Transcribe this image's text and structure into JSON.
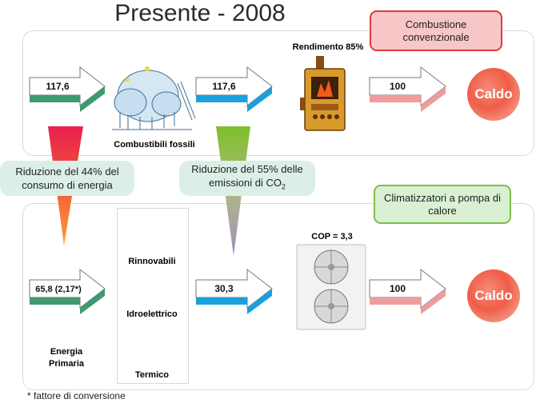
{
  "title": "Presente - 2008",
  "top": {
    "arrow1_value": "117,6",
    "fossil_label": "Combustibili fossili",
    "arrow2_value": "117,6",
    "efficiency_label": "Rendimento 85%",
    "arrow3_value": "100",
    "output_label": "Caldo",
    "box_label": "Combustione convenzionale"
  },
  "middle": {
    "energy_reduction": "Riduzione del 44% del consumo di energia",
    "emission_reduction_prefix": "Riduzione del 55% delle emissioni di CO",
    "emission_reduction_sub": "2"
  },
  "bottom": {
    "box_label": "Climatizzatori a pompa di calore",
    "arrow1_value": "65,8 (2,17*)",
    "primary_label": "Energia Primaria",
    "sources": [
      "Rinnovabili",
      "Idroelettrico",
      "Termico"
    ],
    "arrow2_value": "30,3",
    "cop_label": "COP = 3,3",
    "arrow3_value": "100",
    "output_label": "Caldo"
  },
  "footnote": "* fattore di conversione",
  "colors": {
    "green_arrow": "#3f9a6f",
    "blue_arrow": "#1aa0db",
    "pink_arrow": "#ef9c9c",
    "red_box_border": "#e23b3b",
    "green_box_border": "#7dbf4a"
  }
}
